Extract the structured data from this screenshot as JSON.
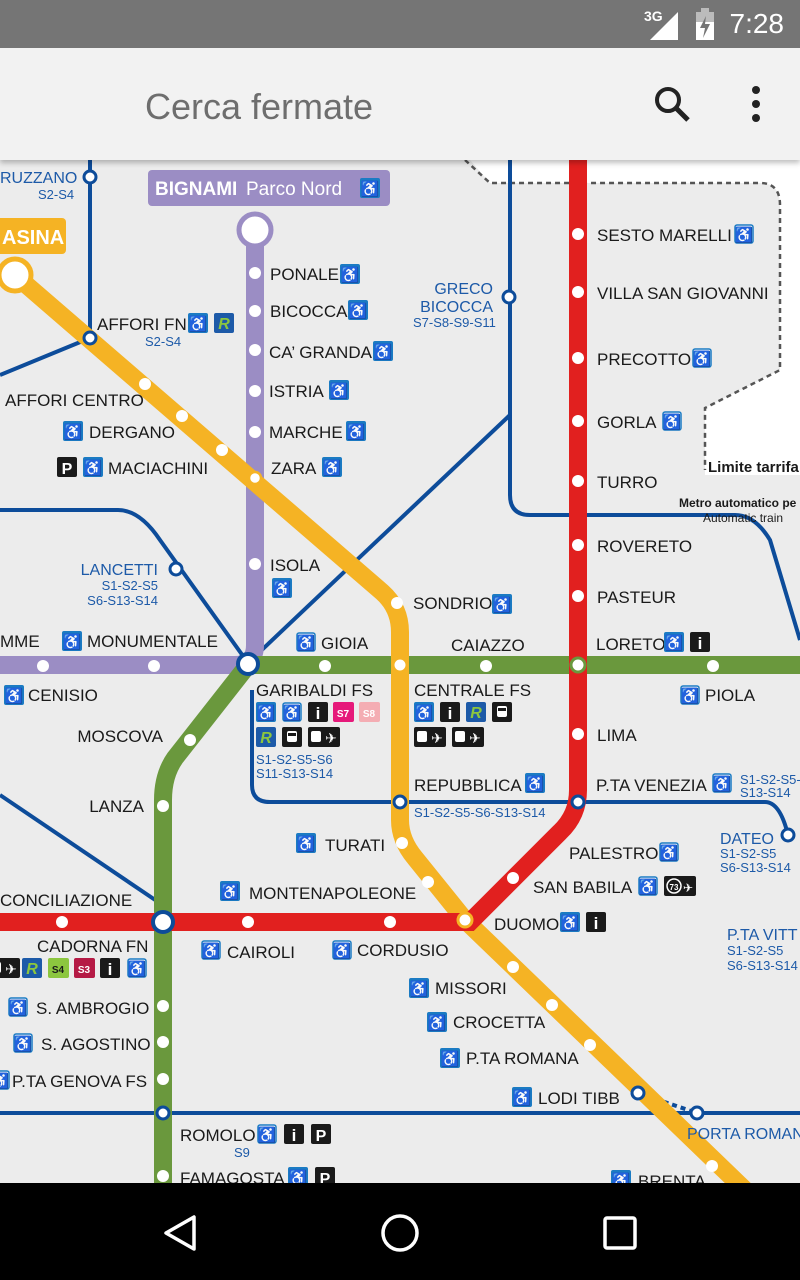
{
  "status_bar": {
    "network": "3G",
    "time": "7:28"
  },
  "app_bar": {
    "search_placeholder": "Cerca fermate",
    "search_icon": "search-icon",
    "menu_icon": "more-vert-icon"
  },
  "colors": {
    "m1": "#e1201f",
    "m2": "#6a983d",
    "m3": "#f5b324",
    "m5": "#9b8dc4",
    "passante": "#0d4c9a",
    "accessible": "#1b7bc3"
  },
  "map": {
    "terminus_bignami": "BIGNAMI",
    "terminus_bignami_sub": "Parco Nord",
    "terminus_left": "ASINA",
    "fare_limit": "Limite tarrifa",
    "metro_auto": "Metro automatico pe",
    "metro_auto_en": "Automatic train",
    "labels": {
      "ruzzano": "RUZZANO",
      "ruzzano_s": "S2-S4",
      "affori_fn": "AFFORI FN",
      "affori_fn_s": "S2-S4",
      "affori_centro": "AFFORI CENTRO",
      "dergano": "DERGANO",
      "maciachini": "MACIACHINI",
      "ponale": "PONALE",
      "bicocca": "BICOCCA",
      "ca_granda": "CA’ GRANDA",
      "istria": "ISTRIA",
      "marche": "MARCHE",
      "zara": "ZARA",
      "isola": "ISOLA",
      "greco1": "GRECO",
      "greco2": "BICOCCA",
      "greco_s": "S7-S8-S9-S11",
      "sesto": "SESTO MARELLI",
      "villa": "VILLA SAN GIOVANNI",
      "precotto": "PRECOTTO",
      "gorla": "GORLA",
      "turro": "TURRO",
      "rovereto": "ROVERETO",
      "pasteur": "PASTEUR",
      "loreto": "LORETO",
      "lima": "LIMA",
      "venezia": "P.TA VENEZIA",
      "venezia_s1": "S1-S2-S5-",
      "venezia_s2": "S13-S14",
      "lancetti": "LANCETTI",
      "lancetti_s1": "S1-S2-S5",
      "lancetti_s2": "S6-S13-S14",
      "mme": "MME",
      "monumentale": "MONUMENTALE",
      "cenisio": "CENISIO",
      "gioia": "GIOIA",
      "caiazzo": "CAIAZZO",
      "piola": "PIOLA",
      "sondrio": "SONDRIO",
      "garibaldi": "GARIBALDI FS",
      "garibaldi_s1": "S1-S2-S5-S6",
      "garibaldi_s2": "S11-S13-S14",
      "centrale": "CENTRALE FS",
      "moscova": "MOSCOVA",
      "lanza": "LANZA",
      "repubblica": "REPUBBLICA",
      "repubblica_s": "S1-S2-S5-S6-S13-S14",
      "dateo": "DATEO",
      "dateo_s1": "S1-S2-S5",
      "dateo_s2": "S6-S13-S14",
      "turati": "TURATI",
      "palestro": "PALESTRO",
      "san_babila": "SAN BABILA",
      "montenapoleone": "MONTENAPOLEONE",
      "conciliazione": "CONCILIAZIONE",
      "duomo": "DUOMO",
      "cadorna": "CADORNA FN",
      "cairoli": "CAIROLI",
      "cordusio": "CORDUSIO",
      "vittoria": "P.TA VITT",
      "vittoria_s1": "S1-S2-S5",
      "vittoria_s2": "S6-S13-S14",
      "missori": "MISSORI",
      "crocetta": "CROCETTA",
      "romana": "P.TA ROMANA",
      "lodi": "LODI TIBB",
      "porta_romana": "PORTA ROMAN",
      "ambrogio": "S. AMBROGIO",
      "agostino": "S. AGOSTINO",
      "genova": "P.TA GENOVA FS",
      "romolo": "ROMOLO",
      "romolo_s": "S9",
      "famagosta": "FAMAGOSTA",
      "brenta": "BRENTA"
    },
    "badges": {
      "s7": "S7",
      "s8": "S8",
      "s4": "S4",
      "s3": "S3",
      "info": "i",
      "parking": "P",
      "bus73": "73"
    }
  },
  "nav_bar": {
    "back": "back-icon",
    "home": "home-icon",
    "recents": "recents-icon"
  }
}
